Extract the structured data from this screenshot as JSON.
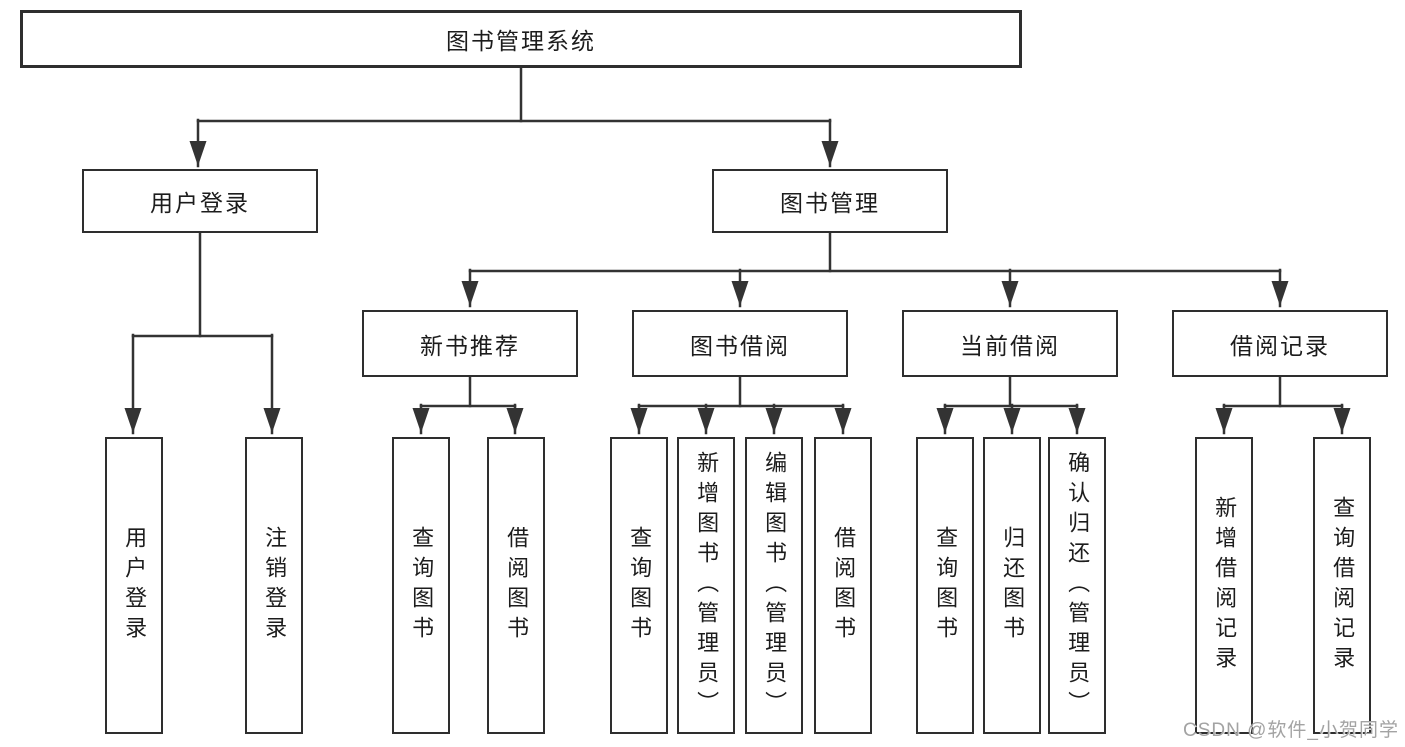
{
  "title": {
    "label": "图书管理系统"
  },
  "branches": {
    "user_login": {
      "label": "用户登录",
      "children": [
        {
          "label": "用户登录"
        },
        {
          "label": "注销登录"
        }
      ]
    },
    "book_management": {
      "label": "图书管理",
      "children": [
        {
          "label": "新书推荐",
          "children": [
            {
              "label": "查询图书"
            },
            {
              "label": "借阅图书"
            }
          ]
        },
        {
          "label": "图书借阅",
          "children": [
            {
              "label": "查询图书"
            },
            {
              "label": "新增图书（管理员）"
            },
            {
              "label": "编辑图书（管理员）"
            },
            {
              "label": "借阅图书"
            }
          ]
        },
        {
          "label": "当前借阅",
          "children": [
            {
              "label": "查询图书"
            },
            {
              "label": "归还图书"
            },
            {
              "label": "确认归还（管理员）"
            }
          ]
        },
        {
          "label": "借阅记录",
          "children": [
            {
              "label": "新增借阅记录"
            },
            {
              "label": "查询借阅记录"
            }
          ]
        }
      ]
    }
  },
  "watermark": {
    "text": "CSDN @软件_小贺同学"
  },
  "colors": {
    "line": "#333333",
    "box_border": "#2e2e2e",
    "text": "#1c1c1c",
    "watermark": "#a3a3a3",
    "background": "#ffffff"
  }
}
